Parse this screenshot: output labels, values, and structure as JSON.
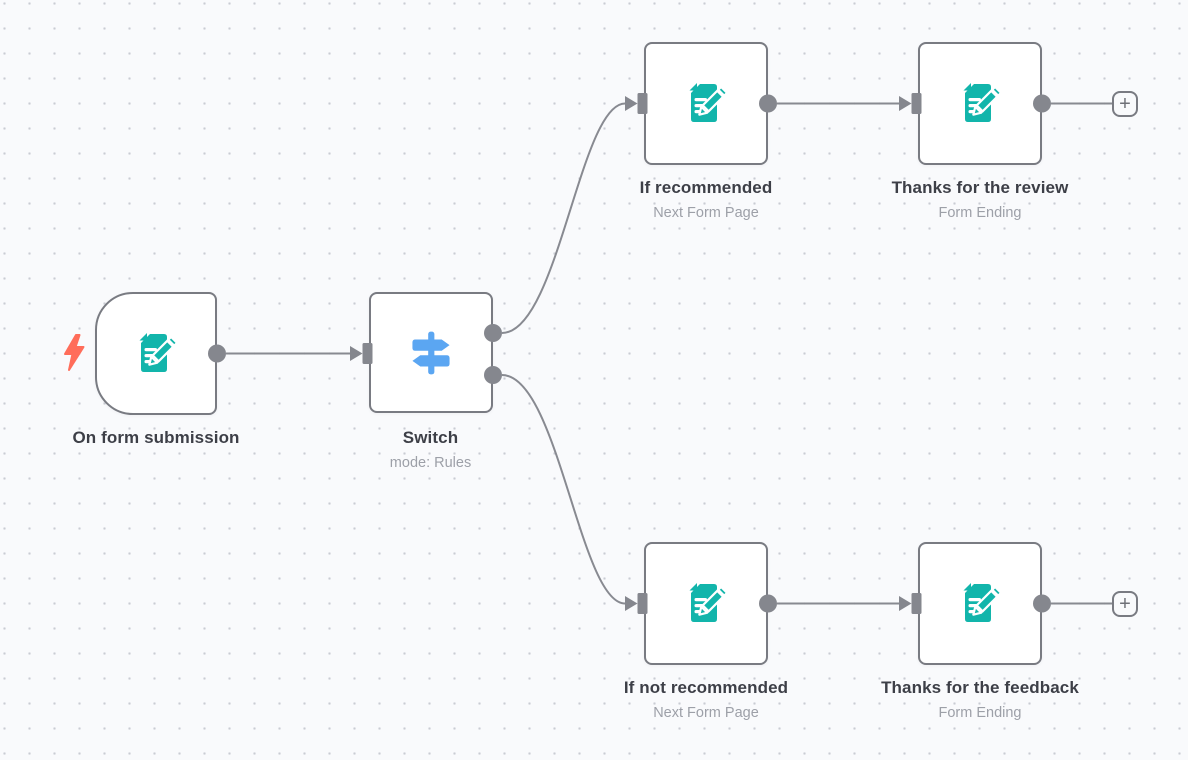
{
  "canvas": {
    "background": "#f9fafc",
    "dot_color": "#c9ccd3"
  },
  "colors": {
    "connector": "#888a91",
    "node_border": "#797b82",
    "node_background": "#ffffff",
    "title_text": "#3d3f47",
    "subtitle_text": "#9da0a8",
    "form_icon_teal": "#12b5ab",
    "switch_icon_blue": "#5ba6f2",
    "trigger_bolt_red": "#ff6d5a"
  },
  "nodes": [
    {
      "id": "on-form-submission",
      "label": "On form submission",
      "subtitle": "",
      "icon": "form-pencil-icon",
      "kind": "form-trigger"
    },
    {
      "id": "switch",
      "label": "Switch",
      "subtitle": "mode: Rules",
      "icon": "signpost-icon",
      "kind": "switch"
    },
    {
      "id": "if-recommended",
      "label": "If recommended",
      "subtitle": "Next Form Page",
      "icon": "form-pencil-icon",
      "kind": "form-page"
    },
    {
      "id": "thanks-for-the-review",
      "label": "Thanks for the review",
      "subtitle": "Form Ending",
      "icon": "form-pencil-icon",
      "kind": "form-ending"
    },
    {
      "id": "if-not-recommended",
      "label": "If not recommended",
      "subtitle": "Next Form Page",
      "icon": "form-pencil-icon",
      "kind": "form-page"
    },
    {
      "id": "thanks-for-the-feedback",
      "label": "Thanks for the feedback",
      "subtitle": "Form Ending",
      "icon": "form-pencil-icon",
      "kind": "form-ending"
    }
  ],
  "add_button": {
    "label": "+"
  }
}
